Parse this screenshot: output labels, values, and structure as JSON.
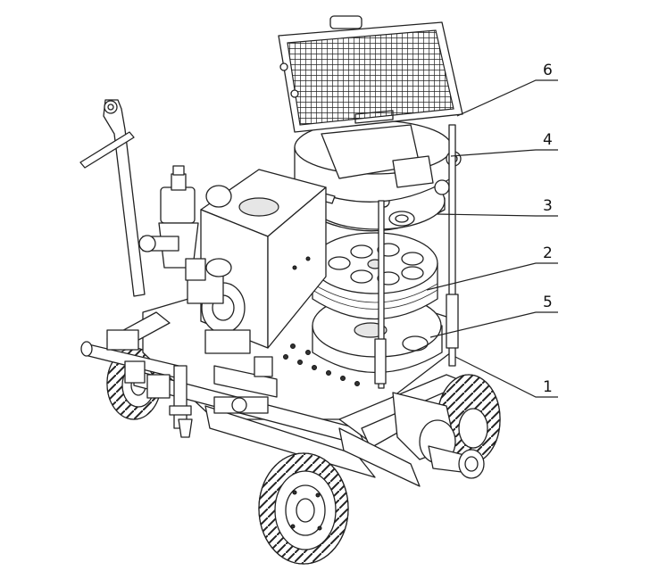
{
  "callouts": [
    {
      "id": "6",
      "label": "6"
    },
    {
      "id": "4",
      "label": "4"
    },
    {
      "id": "3",
      "label": "3"
    },
    {
      "id": "2",
      "label": "2"
    },
    {
      "id": "5",
      "label": "5"
    },
    {
      "id": "1",
      "label": "1"
    }
  ]
}
